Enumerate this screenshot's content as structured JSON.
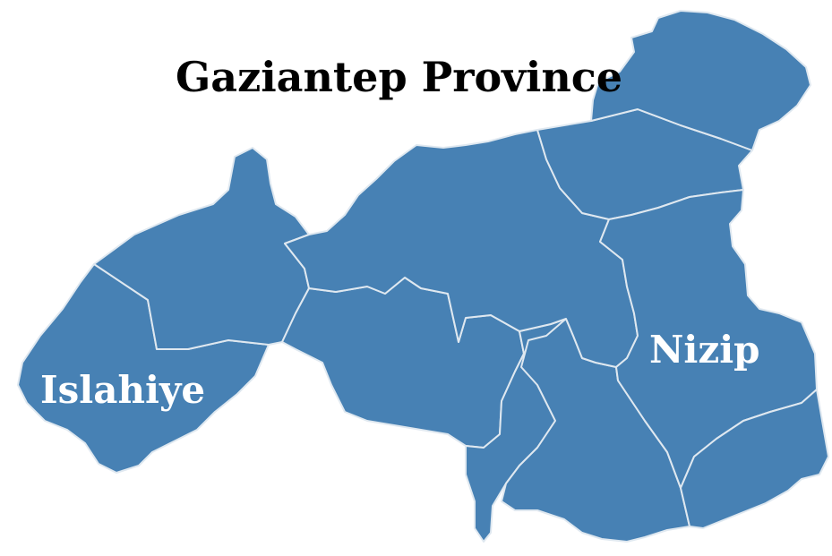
{
  "map": {
    "title": "Gaziantep Province",
    "labels": {
      "islahiye": "Islahiye",
      "nizip": "Nizip"
    },
    "colors": {
      "district_fill": "#4781B4",
      "district_border": "#DFE8F0",
      "title_text": "#000000",
      "label_text": "#FFFFFF",
      "background": "#FFFFFF"
    }
  }
}
